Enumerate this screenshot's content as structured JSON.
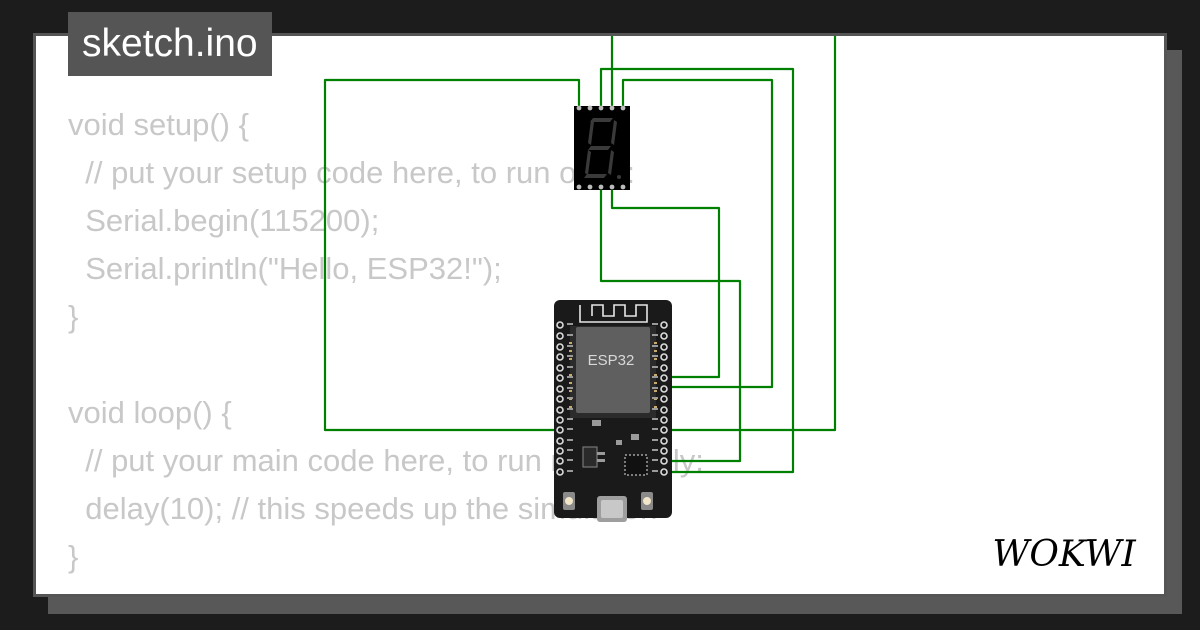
{
  "file_title": "sketch.ino",
  "code_lines": [
    "void setup() {",
    "  // put your setup code here, to run once:",
    "  Serial.begin(115200);",
    "  Serial.println(\"Hello, ESP32!\");",
    "}",
    "",
    "void loop() {",
    "  // put your main code here, to run repeatedly:",
    "  delay(10); // this speeds up the simulation",
    "}"
  ],
  "board": {
    "chip_label": "ESP32"
  },
  "seven_segment": {
    "shown_digit": "8"
  },
  "brand": {
    "logo_text": "WOKWI"
  },
  "colors": {
    "background": "#1c1c1c",
    "card": "#ffffff",
    "code_text": "#c8c8c8",
    "title_badge": "#555555",
    "wire": "#008000",
    "board": "#1a1a1a",
    "chip_shield": "#5f5f5f"
  }
}
